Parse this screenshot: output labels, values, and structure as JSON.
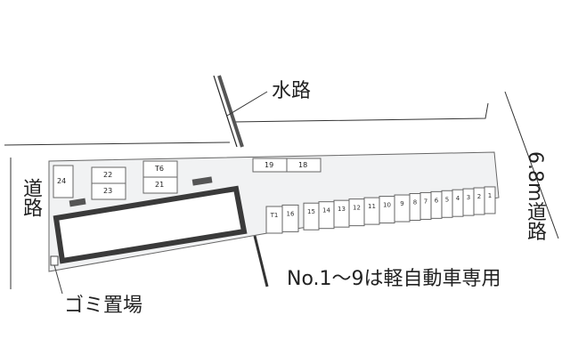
{
  "labels": {
    "waterway": "水路",
    "road_left": "道路",
    "road_right": "6.8m道路",
    "trash": "ゴミ置場",
    "kei_note": "No.1〜9は軽自動車専用"
  },
  "stalls": {
    "left_group": [
      "24",
      "22",
      "23",
      "T6",
      "21"
    ],
    "top_pair": [
      "19",
      "18"
    ],
    "row": [
      "T1",
      "16",
      "15",
      "14",
      "13",
      "12",
      "11",
      "10",
      "9",
      "8",
      "7",
      "6",
      "5",
      "4",
      "3",
      "2",
      "1"
    ]
  }
}
